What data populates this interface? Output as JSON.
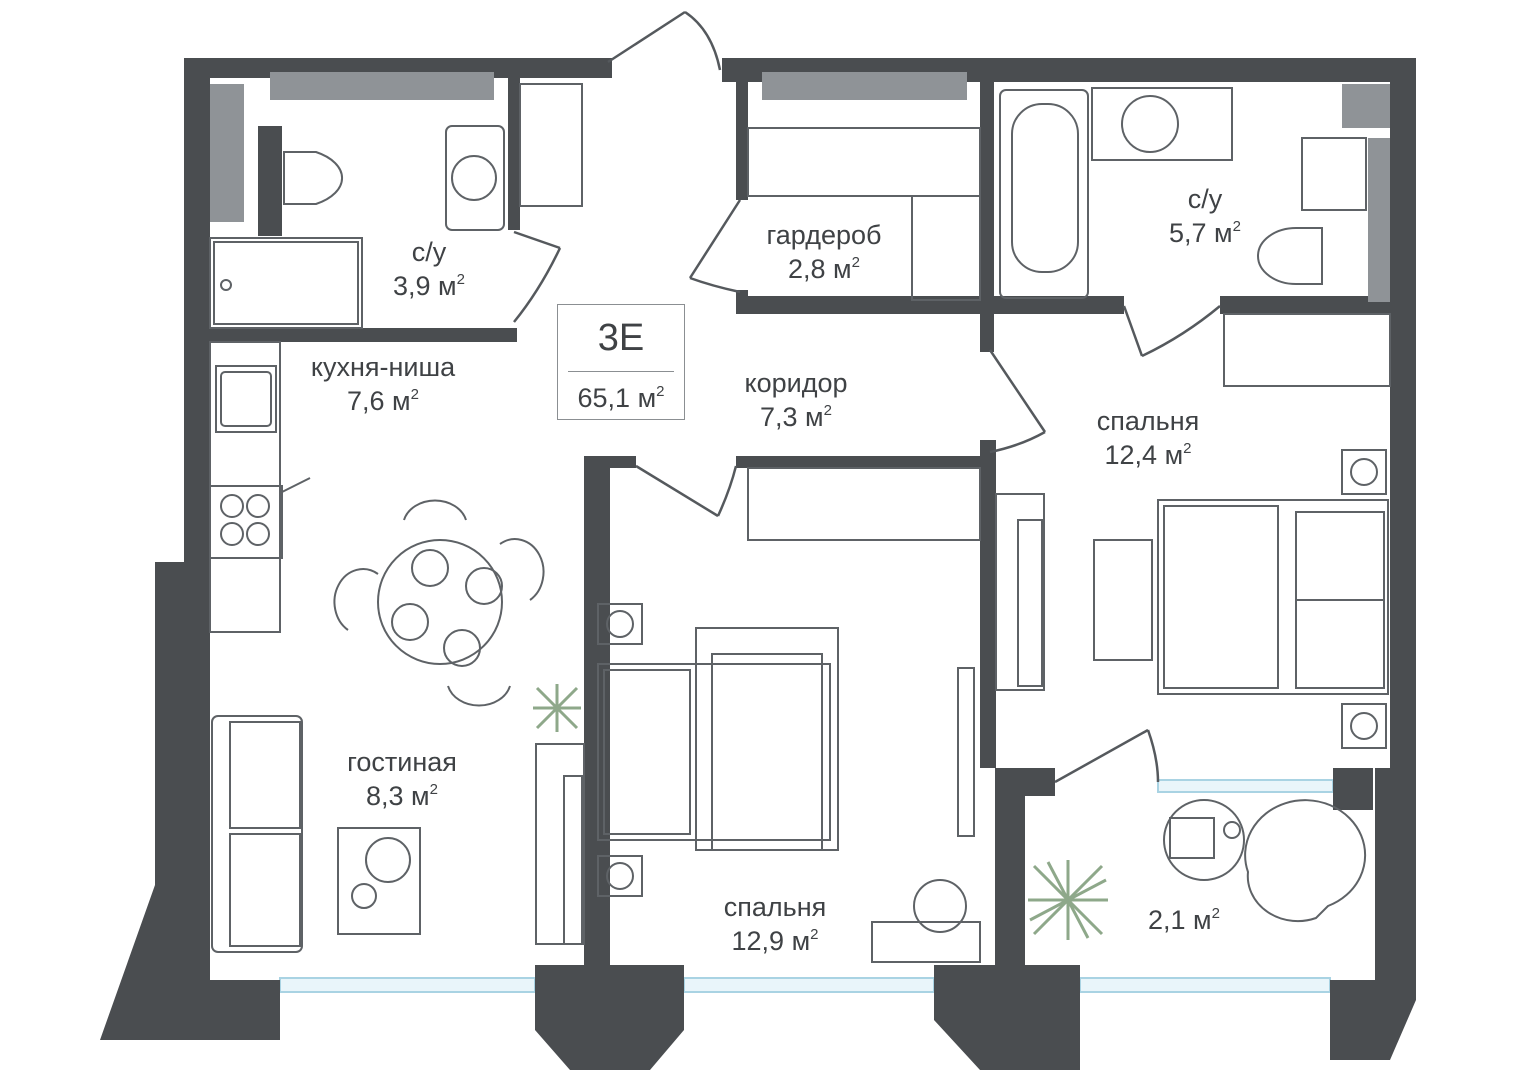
{
  "apartment": {
    "code": "3E",
    "total_area": "65,1 м",
    "area_unit_power": "2"
  },
  "rooms": [
    {
      "id": "bathroom-1",
      "name": "с/у",
      "area": "3,9 м",
      "power": "2"
    },
    {
      "id": "kitchen-niche",
      "name": "кухня-ниша",
      "area": "7,6 м",
      "power": "2"
    },
    {
      "id": "living-room",
      "name": "гостиная",
      "area": "8,3 м",
      "power": "2"
    },
    {
      "id": "wardrobe",
      "name": "гардероб",
      "area": "2,8 м",
      "power": "2"
    },
    {
      "id": "corridor",
      "name": "коридор",
      "area": "7,3 м",
      "power": "2"
    },
    {
      "id": "bathroom-2",
      "name": "с/у",
      "area": "5,7 м",
      "power": "2"
    },
    {
      "id": "bedroom-1",
      "name": "спальня",
      "area": "12,4 м",
      "power": "2"
    },
    {
      "id": "bedroom-2",
      "name": "спальня",
      "area": "12,9 м",
      "power": "2"
    },
    {
      "id": "balcony",
      "name": "",
      "area": "2,1 м",
      "power": "2"
    }
  ],
  "colors": {
    "wall": "#4a4d50",
    "partition": "#8f9397",
    "line": "#55595d",
    "window": "#a9d3e3",
    "plant": "#8ea88a",
    "text": "#3f4245"
  }
}
